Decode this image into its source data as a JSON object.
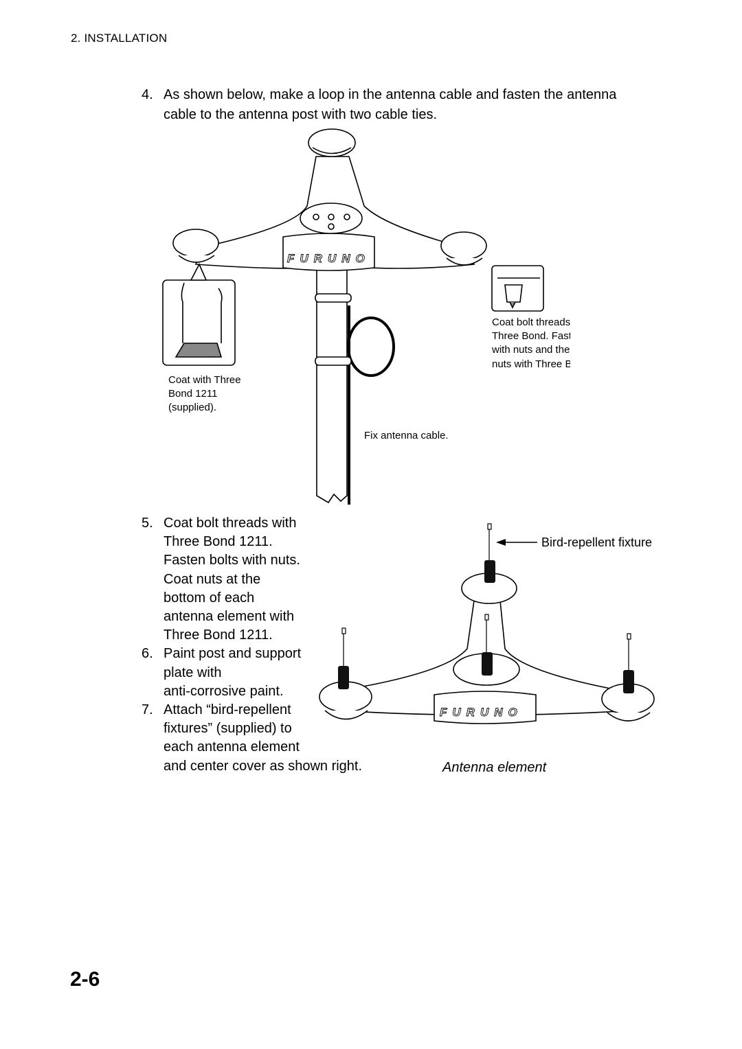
{
  "header": {
    "section": "2. INSTALLATION"
  },
  "step4": {
    "number": "4.",
    "line1": "As shown below, make a loop in the antenna cable and fasten the antenna",
    "line2": "cable to the antenna post with two cable ties."
  },
  "figure1": {
    "logo": "FURUNO",
    "callout_left": [
      "Coat with Three",
      "Bond 1211",
      "(supplied)."
    ],
    "callout_right": [
      "Coat bolt threads with",
      "Three Bond. Fasten bolt",
      "with nuts and then coat",
      "nuts with Three Bond also."
    ],
    "callout_cable": "Fix antenna cable."
  },
  "steps": [
    {
      "number": "5.",
      "lines": [
        "Coat bolt threads with",
        "Three Bond 1211.",
        "Fasten bolts with nuts.",
        "Coat nuts at the",
        "bottom of each",
        "antenna element with",
        "Three Bond 1211."
      ]
    },
    {
      "number": "6.",
      "lines": [
        "Paint post and support",
        "plate with",
        "anti-corrosive paint."
      ]
    },
    {
      "number": "7.",
      "lines": [
        "Attach “bird-repellent",
        "fixtures” (supplied) to",
        "each antenna element",
        "and center cover as shown right."
      ]
    }
  ],
  "figure2": {
    "logo": "FURUNO",
    "callout_fixture": "Bird-repellent fixture",
    "caption": "Antenna element"
  },
  "page_number": "2-6"
}
